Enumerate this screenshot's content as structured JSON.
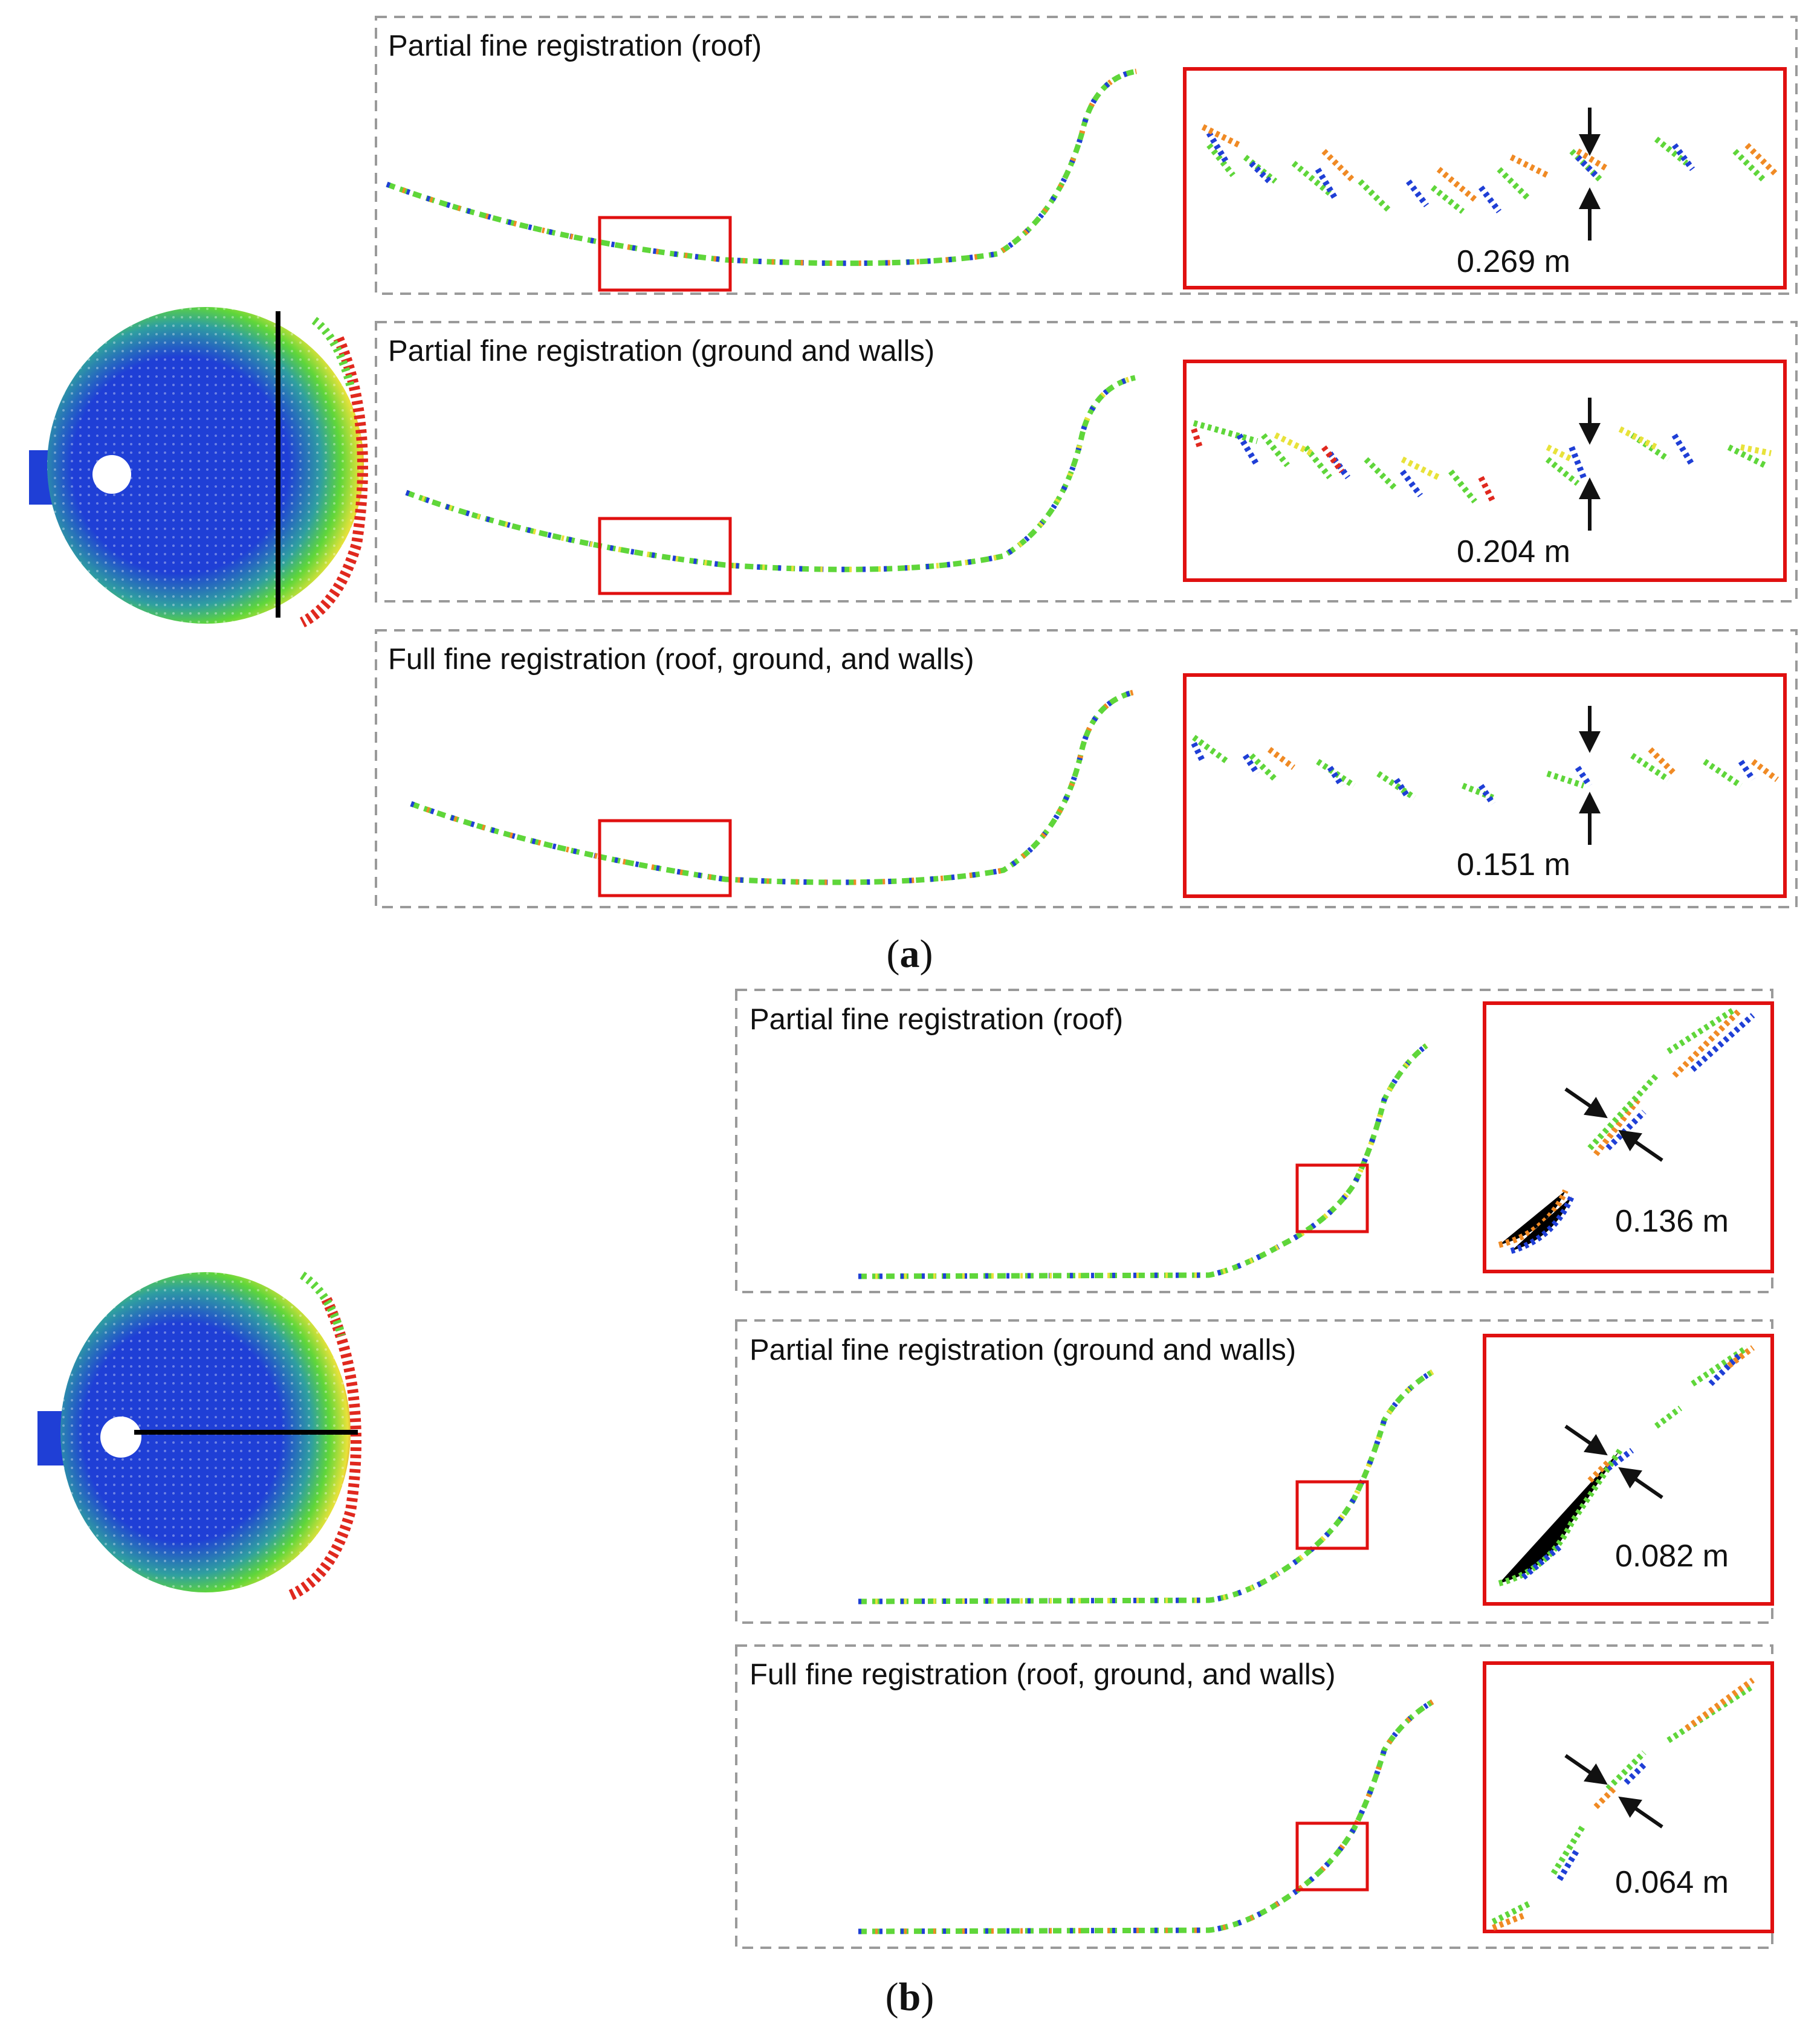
{
  "figure": {
    "palette": {
      "blue": "#1f3fd6",
      "green": "#5fd63a",
      "yellow": "#e8e23a",
      "orange": "#f08a24",
      "red": "#e0281e",
      "panel_border": "#9a9a9a",
      "zoom_border": "#e01010"
    },
    "group_a": {
      "label": "a",
      "section_line": "vertical",
      "panels": [
        {
          "title": "Partial fine registration (roof)",
          "measurement": "0.269 m"
        },
        {
          "title": "Partial fine registration (ground and walls)",
          "measurement": "0.204 m"
        },
        {
          "title": "Full fine registration (roof, ground, and walls)",
          "measurement": "0.151 m"
        }
      ]
    },
    "group_b": {
      "label": "b",
      "section_line": "horizontal",
      "panels": [
        {
          "title": "Partial fine registration (roof)",
          "measurement": "0.136 m"
        },
        {
          "title": "Partial fine registration (ground and walls)",
          "measurement": "0.082 m"
        },
        {
          "title": "Full fine registration (roof, ground, and walls)",
          "measurement": "0.064 m"
        }
      ]
    }
  }
}
